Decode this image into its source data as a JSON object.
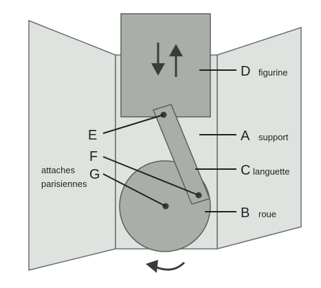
{
  "colors": {
    "background": "#ffffff",
    "panel_fill": "#dfe3df",
    "panel_stroke": "#6b6f6b",
    "piece_fill": "#a9aea9",
    "piece_stroke": "#5c605c",
    "pin": "#3a3d3a",
    "ink": "#231f20"
  },
  "diagram": {
    "figurine_box": {
      "icon": "up-down-arrows-icon"
    },
    "rotation": {
      "icon": "curved-arrow-icon"
    },
    "labels": {
      "D": {
        "letter": "D",
        "word": "figurine"
      },
      "A": {
        "letter": "A",
        "word": "support"
      },
      "C": {
        "letter": "C",
        "word": "languette"
      },
      "B": {
        "letter": "B",
        "word": "roue"
      },
      "E": {
        "letter": "E"
      },
      "F": {
        "letter": "F"
      },
      "G": {
        "letter": "G"
      },
      "attaches": {
        "line1": "attaches",
        "line2": "parisiennes"
      }
    }
  }
}
